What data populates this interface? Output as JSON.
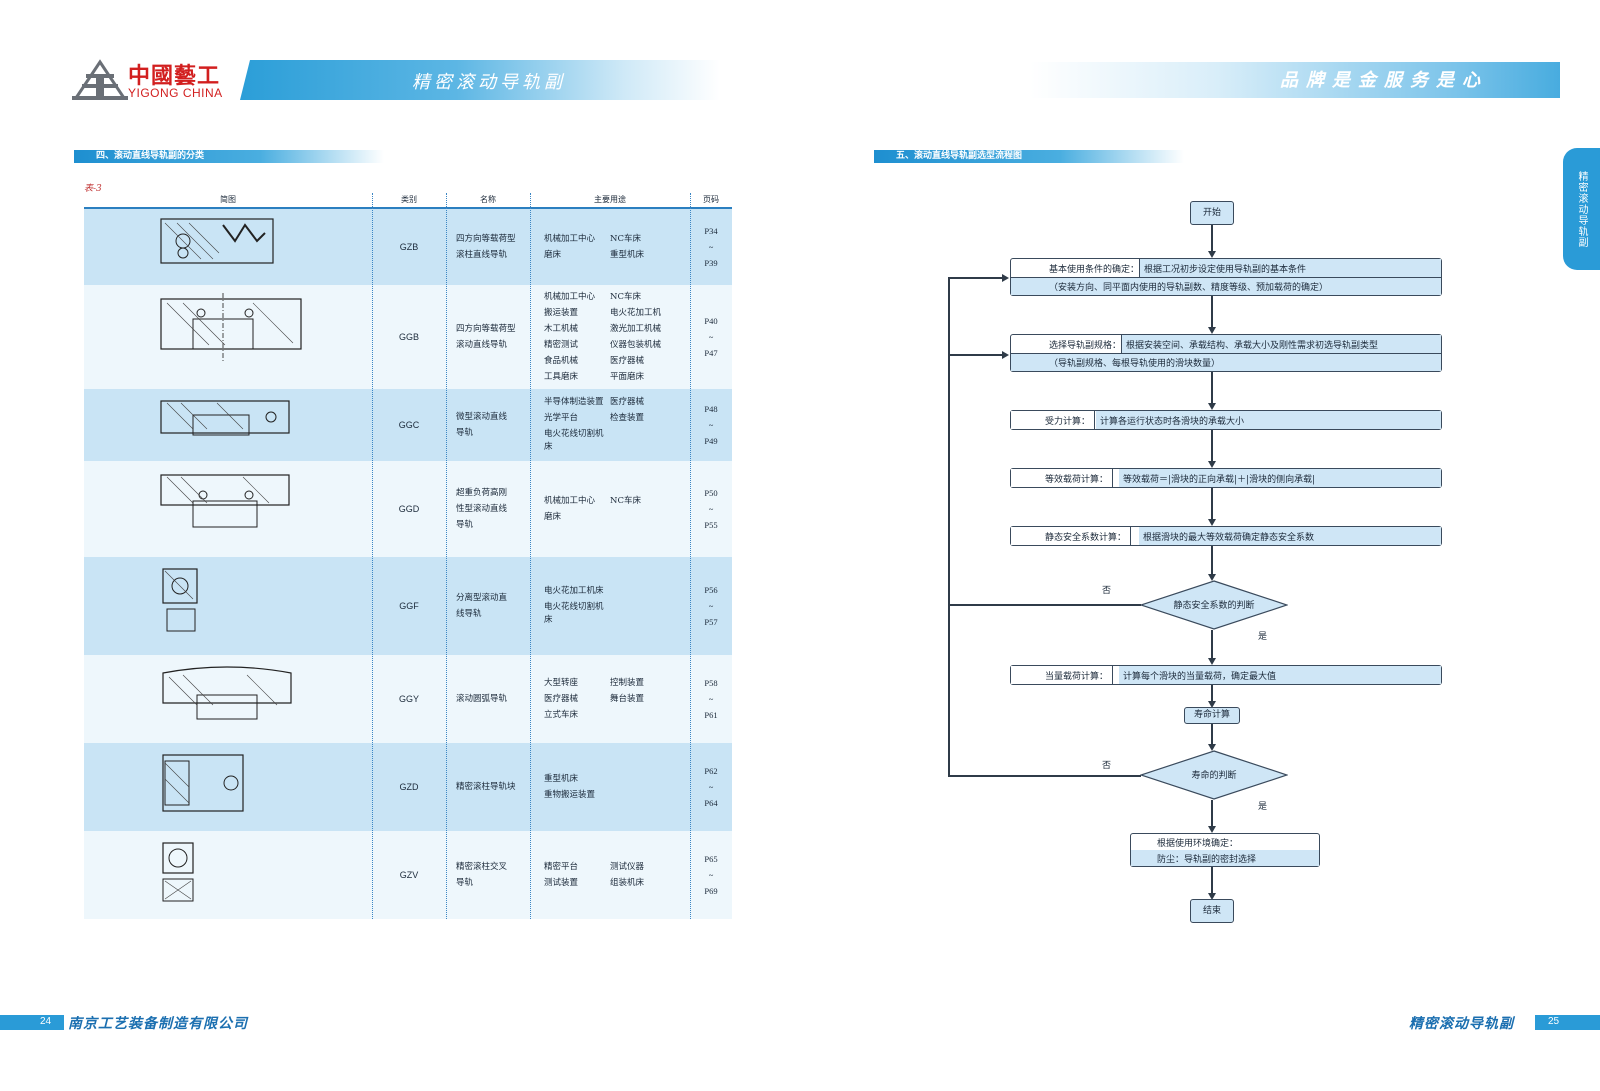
{
  "header": {
    "logo_cn": "中國藝工",
    "logo_en": "YIGONG CHINA",
    "title": "精密滚动导轨副",
    "slogan": "品牌是金服务是心"
  },
  "left": {
    "section_title": "四、滚动直线导轨副的分类",
    "table_caption": "表-3",
    "columns": [
      "简图",
      "类别",
      "名称",
      "主要用途",
      "页码"
    ],
    "rows": [
      {
        "code": "GZB",
        "name": [
          "四方向等载荷型",
          "滚柱直线导轨"
        ],
        "uses": [
          "机械加工中心",
          "NC车床",
          "磨床",
          "重型机床"
        ],
        "pages": [
          "P34",
          "~",
          "P39"
        ],
        "icon": "roller-guide-drawing-icon"
      },
      {
        "code": "GGB",
        "name": [
          "四方向等载荷型",
          "滚动直线导轨"
        ],
        "uses": [
          "机械加工中心",
          "NC车床",
          "搬运装置",
          "电火花加工机",
          "木工机械",
          "激光加工机械",
          "精密测试",
          "仪器包装机械",
          "食品机械",
          "医疗器械",
          "工具磨床",
          "平面磨床"
        ],
        "pages": [
          "P40",
          "~",
          "P47"
        ],
        "icon": "ball-guide-drawing-icon"
      },
      {
        "code": "GGC",
        "name": [
          "微型滚动直线",
          "导轨"
        ],
        "uses": [
          "半导体制造装置",
          "医疗器械",
          "光学平台",
          "检查装置",
          "电火花线切割机床",
          ""
        ],
        "pages": [
          "P48",
          "~",
          "P49"
        ],
        "icon": "mini-guide-drawing-icon"
      },
      {
        "code": "GGD",
        "name": [
          "超重负荷高刚",
          "性型滚动直线",
          "导轨"
        ],
        "uses": [
          "机械加工中心",
          "NC车床",
          "磨床",
          ""
        ],
        "pages": [
          "P50",
          "~",
          "P55"
        ],
        "icon": "heavy-guide-drawing-icon"
      },
      {
        "code": "GGF",
        "name": [
          "分离型滚动直",
          "线导轨"
        ],
        "uses": [
          "电火花加工机床",
          "",
          "电火花线切割机床",
          ""
        ],
        "pages": [
          "P56",
          "~",
          "P57"
        ],
        "icon": "separate-guide-drawing-icon"
      },
      {
        "code": "GGY",
        "name": [
          "滚动圆弧导轨"
        ],
        "uses": [
          "大型转座",
          "控制装置",
          "医疗器械",
          "舞台装置",
          "立式车床",
          ""
        ],
        "pages": [
          "P58",
          "~",
          "P61"
        ],
        "icon": "arc-guide-drawing-icon"
      },
      {
        "code": "GZD",
        "name": [
          "精密滚柱导轨块"
        ],
        "uses": [
          "重型机床",
          "",
          "重物搬运装置",
          ""
        ],
        "pages": [
          "P62",
          "~",
          "P64"
        ],
        "icon": "roller-block-drawing-icon"
      },
      {
        "code": "GZV",
        "name": [
          "精密滚柱交叉",
          "导轨"
        ],
        "uses": [
          "精密平台",
          "测试仪器",
          "测试装置",
          "组装机床"
        ],
        "pages": [
          "P65",
          "~",
          "P69"
        ],
        "icon": "cross-roller-drawing-icon"
      }
    ]
  },
  "right": {
    "section_title": "五、滚动直线导轨副选型流程图",
    "flow": {
      "start": "开始",
      "step1_label": "基本使用条件的确定：",
      "step1_text1": "根据工况初步设定使用导轨副的基本条件",
      "step1_text2": "（安装方向、同平面内使用的导轨副数、精度等级、预加载荷的确定）",
      "step2_label": "选择导轨副规格：",
      "step2_text1": "根据安装空间、承载结构、承载大小及刚性需求初选导轨副类型",
      "step2_text2": "（导轨副规格、每根导轨使用的滑块数量）",
      "step3_label": "受力计算：",
      "step3_text": "计算各运行状态时各滑块的承载大小",
      "step4_label": "等效载荷计算：",
      "step4_text": "等效载荷＝|滑块的正向承载|＋|滑块的侧向承载|",
      "step5_label": "静态安全系数计算：",
      "step5_text": "根据滑块的最大等效载荷确定静态安全系数",
      "decision1": "静态安全系数的判断",
      "no": "否",
      "yes": "是",
      "step6_label": "当量载荷计算：",
      "step6_text": "计算每个滑块的当量载荷，确定最大值",
      "life_calc": "寿命计算",
      "decision2": "寿命的判断",
      "env_line1": "根据使用环境确定：",
      "env_line2": "防尘：导轨副的密封选择",
      "end": "结束"
    }
  },
  "side_tab": "精密滚动导轨副",
  "footer": {
    "left_page": "24",
    "left_text": "南京工艺装备制造有限公司",
    "right_page": "25",
    "right_text": "精密滚动导轨副"
  }
}
